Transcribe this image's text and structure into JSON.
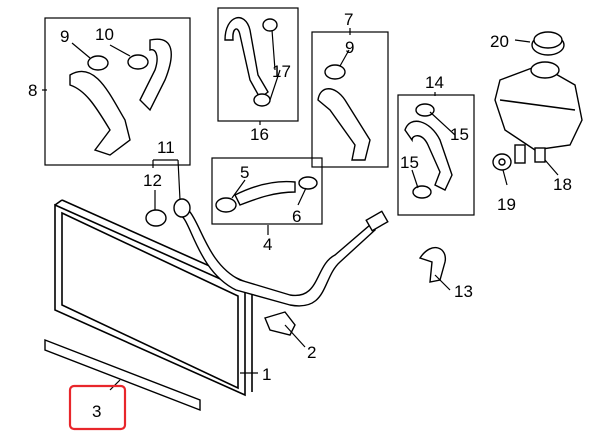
{
  "diagram": {
    "callouts": {
      "p1": "1",
      "p2": "2",
      "p3": "3",
      "p4": "4",
      "p5": "5",
      "p6": "6",
      "p7": "7",
      "p8": "8",
      "p9a": "9",
      "p9b": "9",
      "p10": "10",
      "p11": "11",
      "p12": "12",
      "p13": "13",
      "p14": "14",
      "p15a": "15",
      "p15b": "15",
      "p16": "16",
      "p17": "17",
      "p18": "18",
      "p19": "19",
      "p20": "20"
    },
    "highlight_color": "#e8262b",
    "highlighted_part": "3"
  }
}
